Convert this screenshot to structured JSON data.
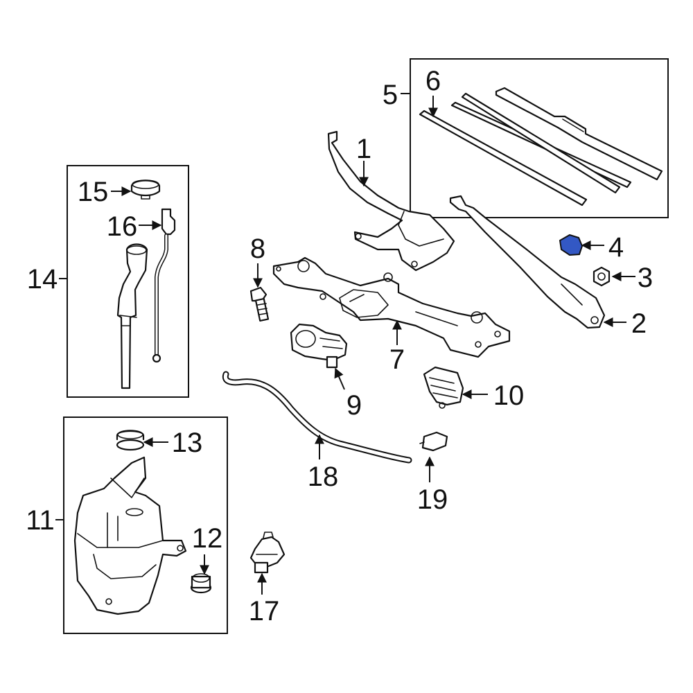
{
  "diagram": {
    "colors": {
      "line": "#111111",
      "background": "#ffffff",
      "highlight": "#3358c4"
    },
    "highlighted_part": "4",
    "callouts": {
      "c1": "1",
      "c2": "2",
      "c3": "3",
      "c4": "4",
      "c5": "5",
      "c6": "6",
      "c7": "7",
      "c8": "8",
      "c9": "9",
      "c10": "10",
      "c11": "11",
      "c12": "12",
      "c13": "13",
      "c14": "14",
      "c15": "15",
      "c16": "16",
      "c17": "17",
      "c18": "18",
      "c19": "19"
    }
  }
}
